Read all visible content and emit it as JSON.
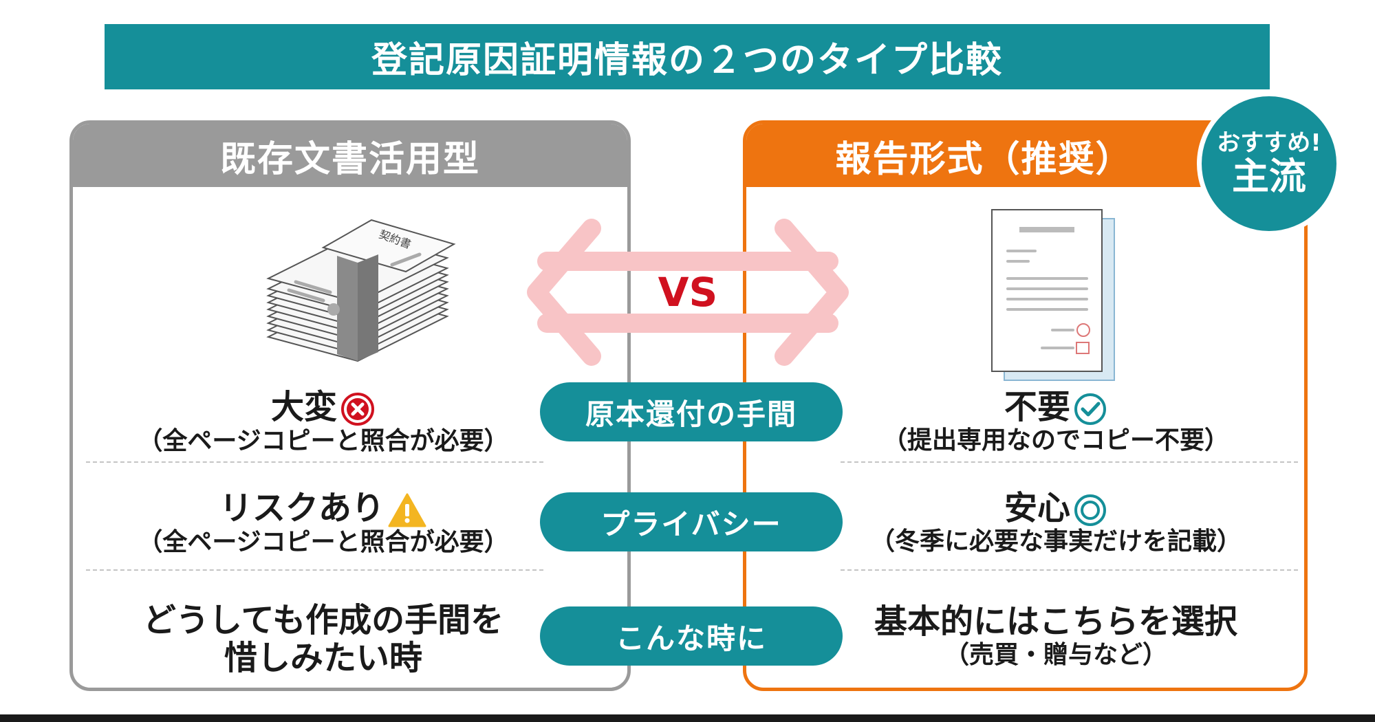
{
  "title": "登記原因証明情報の２つのタイプ比較",
  "left": {
    "header": "既存文書活用型",
    "doc_stamp": "契約書",
    "row1_main": "大変",
    "row1_sub": "（全ページコピーと照合が必要）",
    "row2_main": "リスクあり",
    "row2_sub": "（全ページコピーと照合が必要）",
    "row3_line1": "どうしても作成の手間を",
    "row3_line2": "惜しみたい時"
  },
  "right": {
    "header": "報告形式（推奨）",
    "badge_line1": "おすすめ!",
    "badge_line2": "主流",
    "row1_main": "不要",
    "row1_sub": "（提出専用なのでコピー不要）",
    "row2_main": "安心",
    "row2_sub": "（冬季に必要な事実だけを記載）",
    "row3_main": "基本的にはこちらを選択",
    "row3_sub": "（売買・贈与など）"
  },
  "center": {
    "vs": "VS",
    "labels": [
      "原本還付の手間",
      "プライバシー",
      "こんな時に"
    ]
  },
  "icons": {
    "cross": "cross-circle-icon",
    "warning": "warning-triangle-icon",
    "check": "check-circle-icon",
    "double_circle": "double-circle-icon"
  },
  "colors": {
    "teal": "#158f99",
    "orange": "#ee7410",
    "gray": "#9a9a9a",
    "red": "#d0111f",
    "arrow_pink": "#f8c4c6",
    "warning_yellow": "#f3b521"
  }
}
